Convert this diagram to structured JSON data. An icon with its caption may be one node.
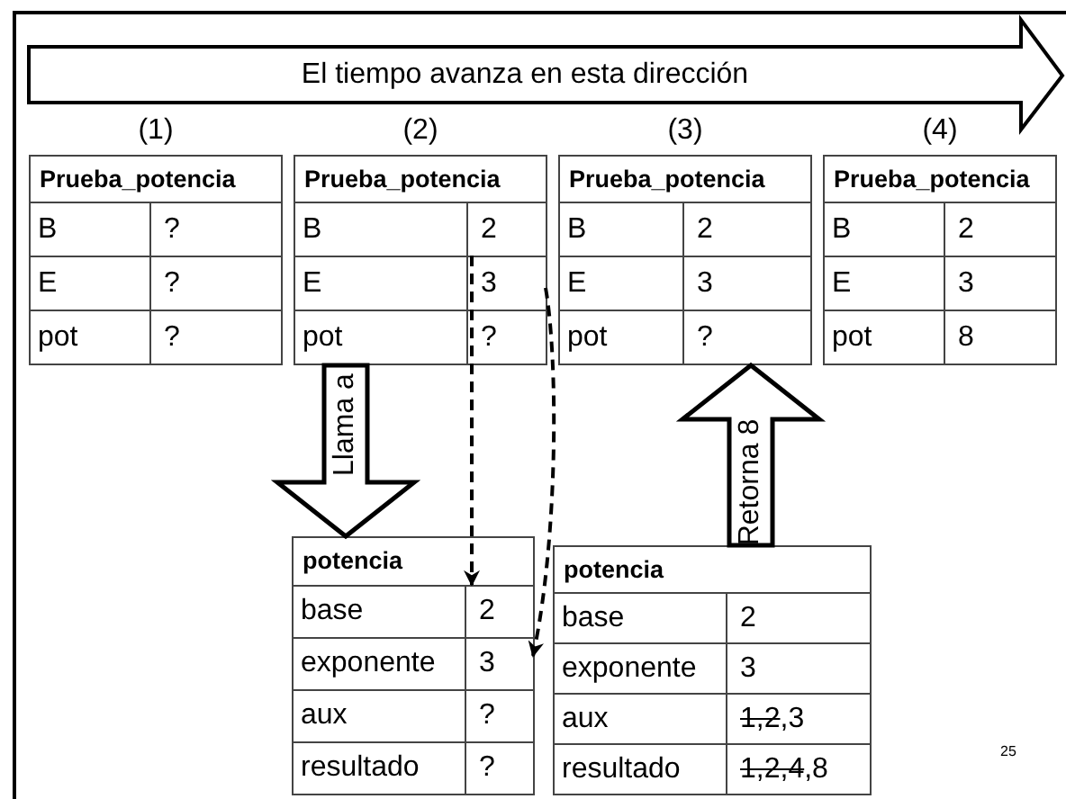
{
  "diagram": {
    "nodes": [
      {
        "text": [
          "Prueba_potencia"
        ],
        "beside": [
          "(1)"
        ]
      },
      {
        "text": [
          "B"
        ],
        "in": 0
      },
      {
        "text": [
          "?"
        ],
        "in": 0
      },
      {
        "text": [
          "E"
        ],
        "in": 0
      },
      {
        "text": [
          "?"
        ],
        "in": 0
      },
      {
        "text": [
          "pot"
        ],
        "in": 0
      },
      {
        "text": [
          "?"
        ],
        "in": 0
      },
      {
        "text": [
          "Prueba_potencia"
        ],
        "beside": [
          "(2)"
        ]
      },
      {
        "text": [
          "B"
        ],
        "in": 7
      },
      {
        "text": [
          "2"
        ],
        "in": 7
      },
      {
        "text": [
          "E"
        ],
        "in": 7
      },
      {
        "text": [
          "3"
        ],
        "in": 7
      },
      {
        "text": [
          "pot"
        ],
        "in": 7
      },
      {
        "text": [
          "?"
        ],
        "in": 7
      },
      {
        "text": [
          "Prueba_potencia"
        ],
        "beside": [
          "(3)"
        ]
      },
      {
        "text": [
          "B"
        ],
        "in": 14
      },
      {
        "text": [
          "2"
        ],
        "in": 14
      },
      {
        "text": [
          "E"
        ],
        "in": 14
      },
      {
        "text": [
          "3"
        ],
        "in": 14
      },
      {
        "text": [
          "pot"
        ],
        "in": 14
      },
      {
        "text": [
          "?"
        ],
        "in": 14
      },
      {
        "text": [
          "Prueba_potencia"
        ],
        "beside": [
          "(4)"
        ]
      },
      {
        "text": [
          "B"
        ],
        "in": 21
      },
      {
        "text": [
          "2"
        ],
        "in": 21
      },
      {
        "text": [
          "E"
        ],
        "in": 21
      },
      {
        "text": [
          "3"
        ],
        "in": 21
      },
      {
        "text": [
          "pot"
        ],
        "in": 21
      },
      {
        "text": [
          "8"
        ],
        "in": 21
      },
      {
        "text": [
          "potencia"
        ]
      },
      {
        "text": [
          "base"
        ],
        "in": 28
      },
      {
        "text": [
          "2"
        ],
        "in": 28
      },
      {
        "text": [
          "exponente"
        ],
        "in": 28
      },
      {
        "text": [
          "3"
        ],
        "in": 28
      },
      {
        "text": [
          "aux"
        ],
        "in": 28
      },
      {
        "text": [
          "?"
        ],
        "in": 28
      },
      {
        "text": [
          "resultado"
        ],
        "in": 28
      },
      {
        "text": [
          "?"
        ],
        "in": 28
      },
      {
        "text": [
          "potencia"
        ]
      },
      {
        "text": [
          "base"
        ],
        "in": 37
      },
      {
        "text": [
          "2"
        ],
        "in": 37
      },
      {
        "text": [
          "exponente"
        ],
        "in": 37
      },
      {
        "text": [
          "3"
        ],
        "in": 37
      },
      {
        "text": [
          "aux"
        ],
        "in": 37
      },
      {
        "text": [
          "1,2",
          ",3"
        ],
        "in": 37
      },
      {
        "text": [
          "resultado"
        ],
        "in": 37
      },
      {
        "text": [
          "1,2,4",
          ",8"
        ],
        "in": 37
      }
    ],
    "edges": [
      {
        "from": 7,
        "to": 28,
        "arrow": "to",
        "label": "Llama a",
        "style": "thick"
      },
      {
        "from": 37,
        "to": 14,
        "arrow": "to",
        "label": "Retorna 8",
        "style": "thick"
      },
      {
        "from": 9,
        "to": 30,
        "arrow": "to",
        "style": "dashed"
      },
      {
        "from": 11,
        "to": 32,
        "arrow": "to",
        "style": "dashed"
      }
    ],
    "labels": [
      "El tiempo avanza en esta dirección",
      "25"
    ]
  }
}
